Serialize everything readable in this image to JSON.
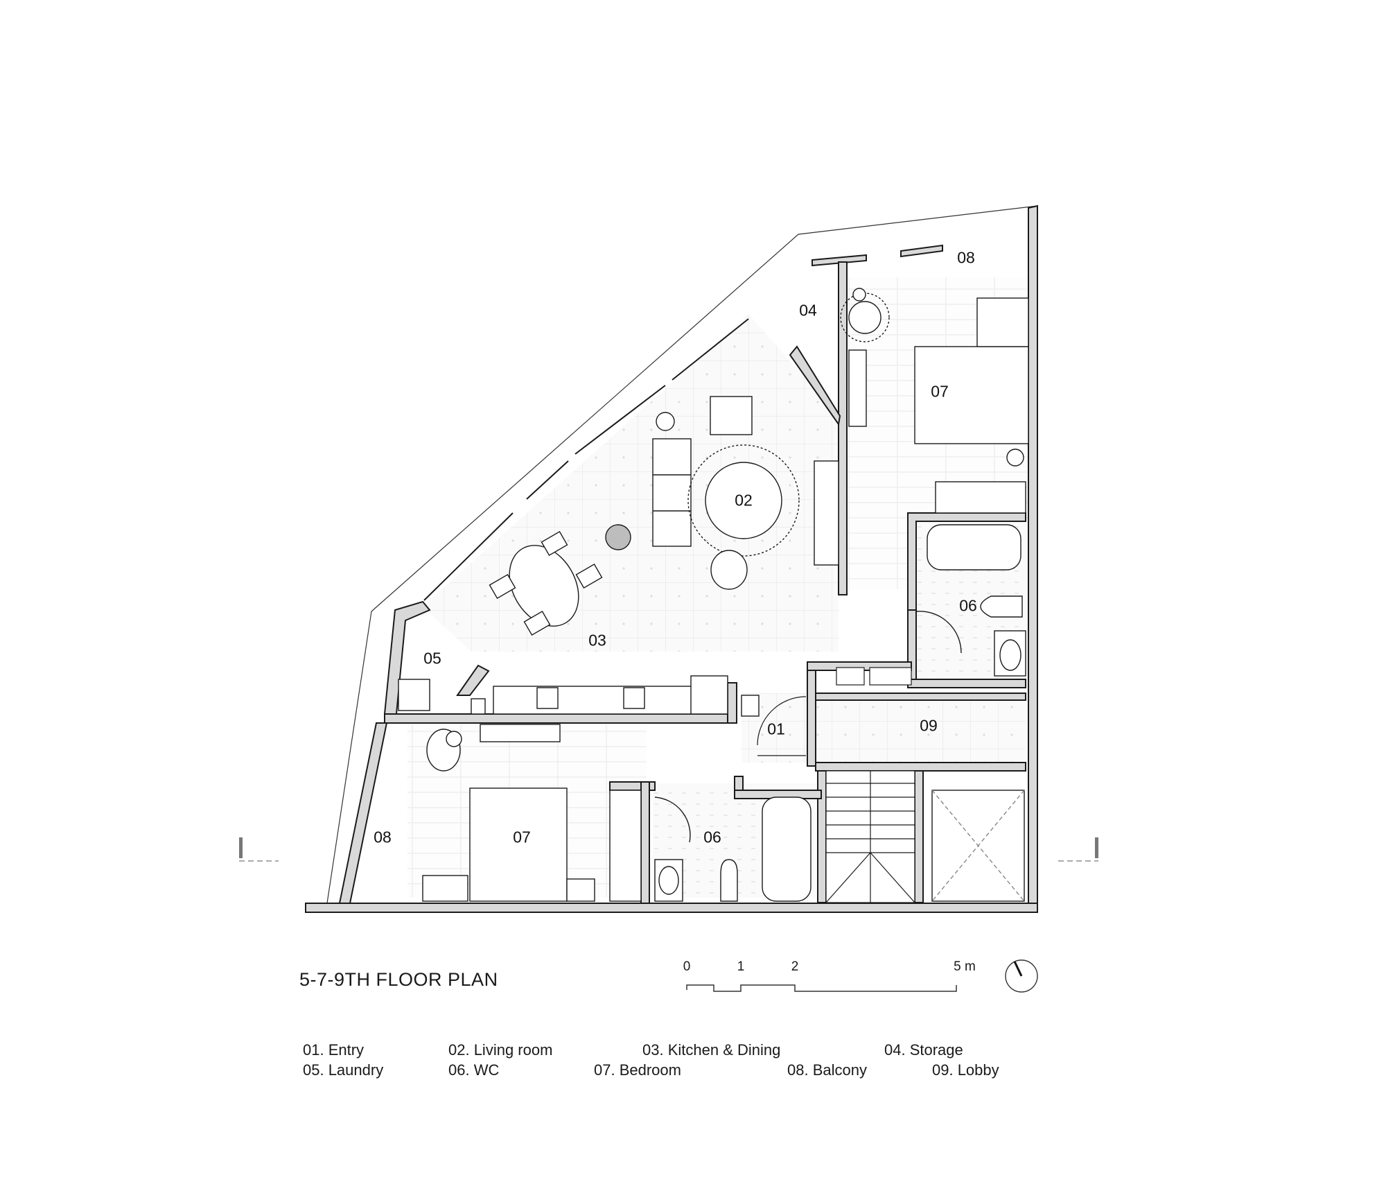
{
  "title": "5-7-9TH FLOOR PLAN",
  "rooms": {
    "entry": "01",
    "living": "02",
    "kitchen": "03",
    "storage": "04",
    "laundry": "05",
    "wc_upper": "06",
    "wc_lower": "06",
    "bedroom_upper": "07",
    "bedroom_lower": "07",
    "balcony_upper": "08",
    "balcony_lower": "08",
    "lobby": "09"
  },
  "scale_bar": {
    "ticks": [
      "0",
      "1",
      "2",
      "5 m"
    ]
  },
  "north_arrow": "north-arrow",
  "legend": [
    {
      "label": "01. Entry"
    },
    {
      "label": "02. Living room"
    },
    {
      "label": "03. Kitchen & Dining"
    },
    {
      "label": "04. Storage"
    },
    {
      "label": "05. Laundry"
    },
    {
      "label": "06. WC"
    },
    {
      "label": "07. Bedroom"
    },
    {
      "label": "08. Balcony"
    },
    {
      "label": "09. Lobby"
    }
  ],
  "colors": {
    "wall_fill": "#d9d9d9",
    "line": "#1a1a1a",
    "light_line": "#9a9a9a",
    "floor_tint": "#f4f4f4"
  }
}
